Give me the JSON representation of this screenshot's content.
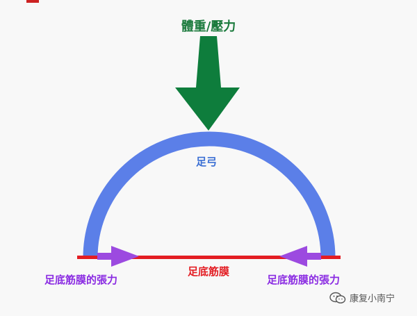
{
  "labels": {
    "title": "體重/壓力",
    "arch": "足弓",
    "fascia": "足底筋膜",
    "tension_left": "足底筋膜的張力",
    "tension_right": "足底筋膜的張力"
  },
  "watermark": {
    "text": "康复小南宁",
    "icon": "wechat-icon"
  },
  "colors": {
    "background": "#f8f8f8",
    "force_arrow": "#0e7d3c",
    "arch": "#5b7fe8",
    "fascia": "#e31d23",
    "tension_arrow": "#9c4ae0",
    "title_text": "#1a7a3c",
    "arch_text": "#3b6fd4",
    "tension_text": "#8a2be2"
  }
}
